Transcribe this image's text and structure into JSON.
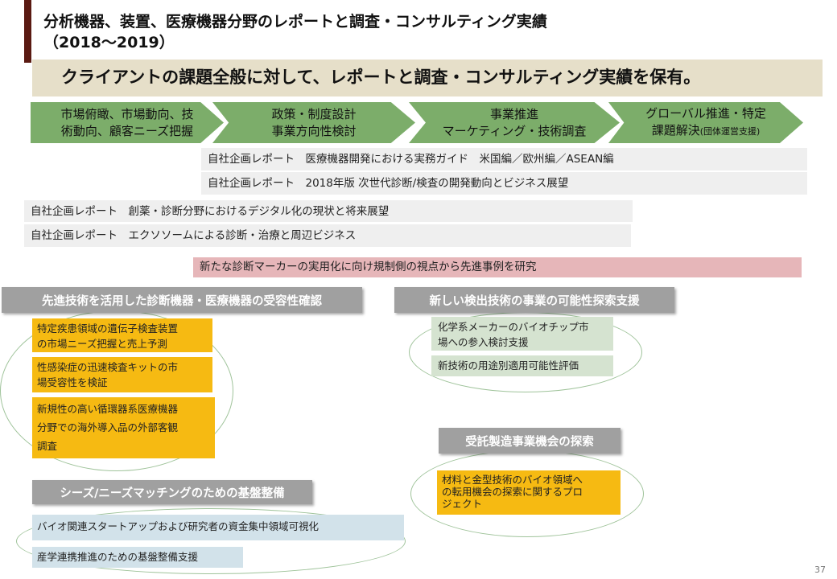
{
  "title": {
    "line1": "分析機器、装置、医療機器分野のレポートと調査・コンサルティング実績",
    "line2": "（2018～2019）"
  },
  "subtitle": "クライアントの課題全般に対して、レポートと調査・コンサルティング実績を保有。",
  "arrows": [
    {
      "line1": "市場俯瞰、市場動向、技",
      "line2": "術動向、顧客ニーズ把握",
      "note": ""
    },
    {
      "line1": "政策・制度設計",
      "line2": "事業方向性検討",
      "note": ""
    },
    {
      "line1": "事業推進",
      "line2": "マーケティング・技術調査",
      "note": ""
    },
    {
      "line1": "グローバル推進・特定",
      "line2": "課題解決",
      "note": "(団体運営支援)"
    }
  ],
  "reports": [
    "自社企画レポート　医療機器開発における実務ガイド　米国編／欧州編／ASEAN編",
    "自社企画レポート　2018年版 次世代診断/検査の開発動向とビジネス展望",
    "自社企画レポート　創薬・診断分野におけるデジタル化の現状と将来展望",
    "自社企画レポート　エクソソームによる診断・治療と周辺ビジネス",
    "新たな診断マーカーの実用化に向け規制側の視点から先進事例を研究"
  ],
  "sections": {
    "s1": {
      "header": "先進技術を活用した診断機器・医療機器の受容性確認",
      "items": [
        {
          "line1": "特定疾患領域の遺伝子検査装置",
          "line2": "の市場ニーズ把握と売上予測",
          "line3": ""
        },
        {
          "line1": "性感染症の迅速検査キットの市",
          "line2": "場受容性を検証",
          "line3": ""
        },
        {
          "line1": "新規性の高い循環器系医療機器",
          "line2": "分野での海外導入品の外部客観",
          "line3": "調査"
        }
      ]
    },
    "s2": {
      "header": "新しい検出技術の事業の可能性探索支援",
      "items": [
        {
          "line1": "化学系メーカーのバイオチップ市",
          "line2": "場への参入検討支援"
        },
        {
          "line1": "新技術の用途別適用可能性評価",
          "line2": ""
        }
      ]
    },
    "s3": {
      "header": "受託製造事業機会の探索",
      "items": [
        {
          "line1": "材料と金型技術のバイオ領域へ",
          "line2": "の転用機会の探索に関するプロ",
          "line3": "ジェクト"
        }
      ]
    },
    "s4": {
      "header": "シーズ/ニーズマッチングのための基盤整備",
      "items": [
        {
          "line1": "バイオ関連スタートアップおよび研究者の資金集中領域可視化"
        },
        {
          "line1": "産学連携推進のための基盤整備支援"
        }
      ]
    }
  },
  "page_number": "37",
  "colors": {
    "accent": "#5a1a12",
    "subtitle_bg": "#e6dfc9",
    "arrow": "#7cad6a",
    "header_gray": "#a0a0a0",
    "yellow": "#f6ba12",
    "green_light": "#d5e3d0",
    "blue_light": "#d2e2ea",
    "pink": "#e6b6b9"
  }
}
